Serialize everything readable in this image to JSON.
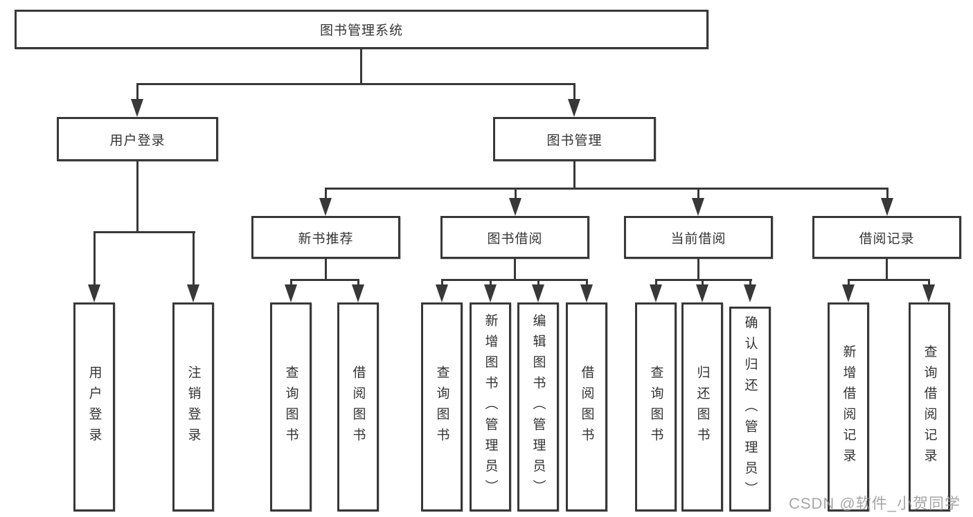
{
  "diagram": {
    "type": "tree-structure-chart",
    "watermark": "CSDN @软件_小贺同学",
    "colors": {
      "background": "#ffffff",
      "line": "#383838",
      "box_border": "#383838",
      "box_fill": "#ffffff",
      "text": "#333333",
      "watermark": "#969696"
    },
    "tree": {
      "label": "图书管理系统",
      "children": [
        {
          "label": "用户登录",
          "children": [
            {
              "label": "用户登录"
            },
            {
              "label": "注销登录"
            }
          ]
        },
        {
          "label": "图书管理",
          "children": [
            {
              "label": "新书推荐",
              "children": [
                {
                  "label": "查询图书"
                },
                {
                  "label": "借阅图书"
                }
              ]
            },
            {
              "label": "图书借阅",
              "children": [
                {
                  "label": "查询图书"
                },
                {
                  "label": "新增图书（管理员）"
                },
                {
                  "label": "编辑图书（管理员）"
                },
                {
                  "label": "借阅图书"
                }
              ]
            },
            {
              "label": "当前借阅",
              "children": [
                {
                  "label": "查询图书"
                },
                {
                  "label": "归还图书"
                },
                {
                  "label": "确认归还（管理员）"
                }
              ]
            },
            {
              "label": "借阅记录",
              "children": [
                {
                  "label": "新增借阅记录"
                },
                {
                  "label": "查询借阅记录"
                }
              ]
            }
          ]
        }
      ]
    }
  }
}
